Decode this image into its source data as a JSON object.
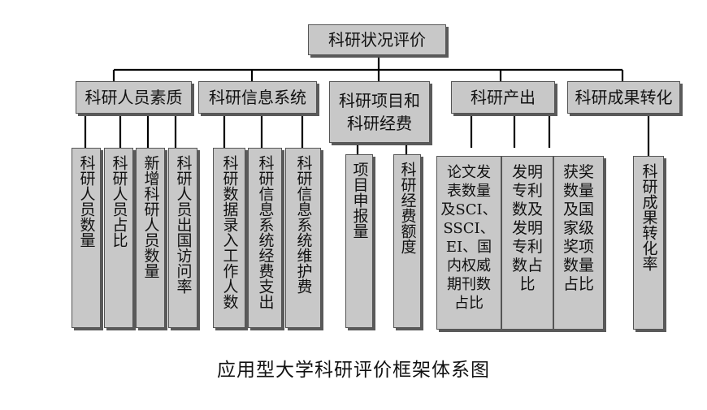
{
  "root": "科研状况评价",
  "categories": [
    {
      "label": "科研人员素质",
      "children": [
        "科研人员数量",
        "科研人员占比",
        "新增科研人员数量",
        "科研人员出国访问率"
      ]
    },
    {
      "label": "科研信息系统",
      "children": [
        "科研数据录入工作人数",
        "科研信息系统经费支出",
        "科研信息系统维护费"
      ]
    },
    {
      "label": "科研项目和科研经费",
      "children": [
        "项目申报量",
        "科研经费额度"
      ]
    },
    {
      "label": "科研产出",
      "children": [
        "论文发表数量及SCI、SSCI、EI、国内权威期刊数占比",
        "发明专利数及发明专利数占比",
        "获奖数量及国家级奖项数量占比"
      ]
    },
    {
      "label": "科研成果转化",
      "children": [
        "科研成果转化率"
      ]
    }
  ],
  "caption": "应用型大学科研评价框架体系图"
}
